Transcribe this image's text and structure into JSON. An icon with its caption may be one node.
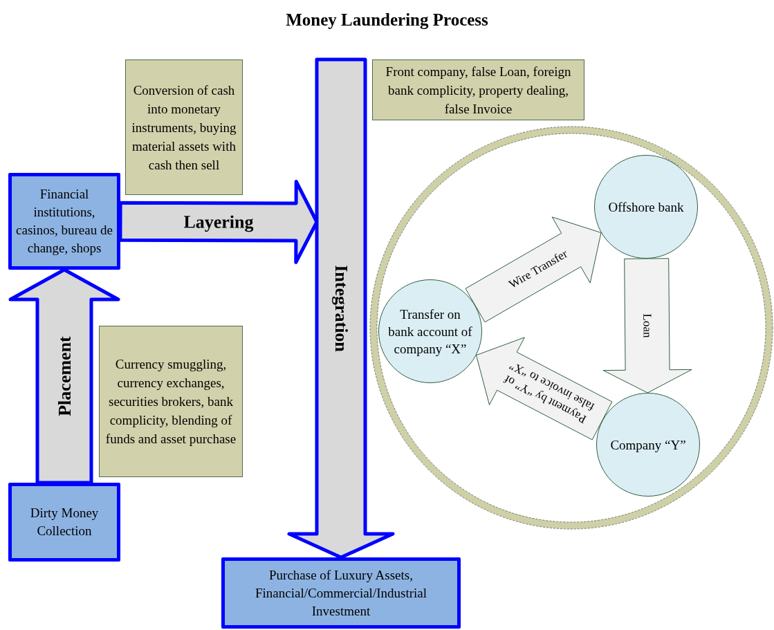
{
  "diagram": {
    "title": "Money Laundering Process",
    "nodes": [
      {
        "text": [
          "Dirty Money Collection"
        ]
      },
      {
        "text": [
          "Financial institutions, casinos, bureau de change, shops"
        ]
      },
      {
        "text": [
          "Purchase of Luxury Assets, Financial/Commercial/Industrial Investment"
        ]
      },
      {
        "text": [
          "Conversion of cash into monetary instruments, buying material assets with cash then sell"
        ]
      },
      {
        "text": [
          "Currency smuggling, currency exchanges, securities brokers, bank complicity, blending of funds and asset purchase"
        ]
      },
      {
        "text": [
          "Front company, false Loan, foreign bank complicity, property dealing, false Invoice"
        ]
      },
      {
        "text": [],
        "shape": "circle"
      },
      {
        "text": [
          "Offshore bank"
        ],
        "in": 6
      },
      {
        "text": [
          "Transfer on bank account of company “X”"
        ],
        "in": 6
      },
      {
        "text": [
          "Company “Y”"
        ],
        "in": 6
      }
    ],
    "edges": [
      {
        "from": 0,
        "to": 1,
        "arrow": "to",
        "label": "Placement"
      },
      {
        "from": 1,
        "to": null,
        "arrow": "to",
        "label": "Layering"
      },
      {
        "from": null,
        "to": 2,
        "arrow": "to",
        "label": "Integration"
      },
      {
        "from": 8,
        "to": 7,
        "arrow": "to",
        "label": "Wire Transfer"
      },
      {
        "from": 7,
        "to": 9,
        "arrow": "to",
        "label": "Loan"
      },
      {
        "from": 9,
        "to": 8,
        "arrow": "to",
        "label": "Payment by “Y” of false invoice to “X”"
      }
    ]
  }
}
